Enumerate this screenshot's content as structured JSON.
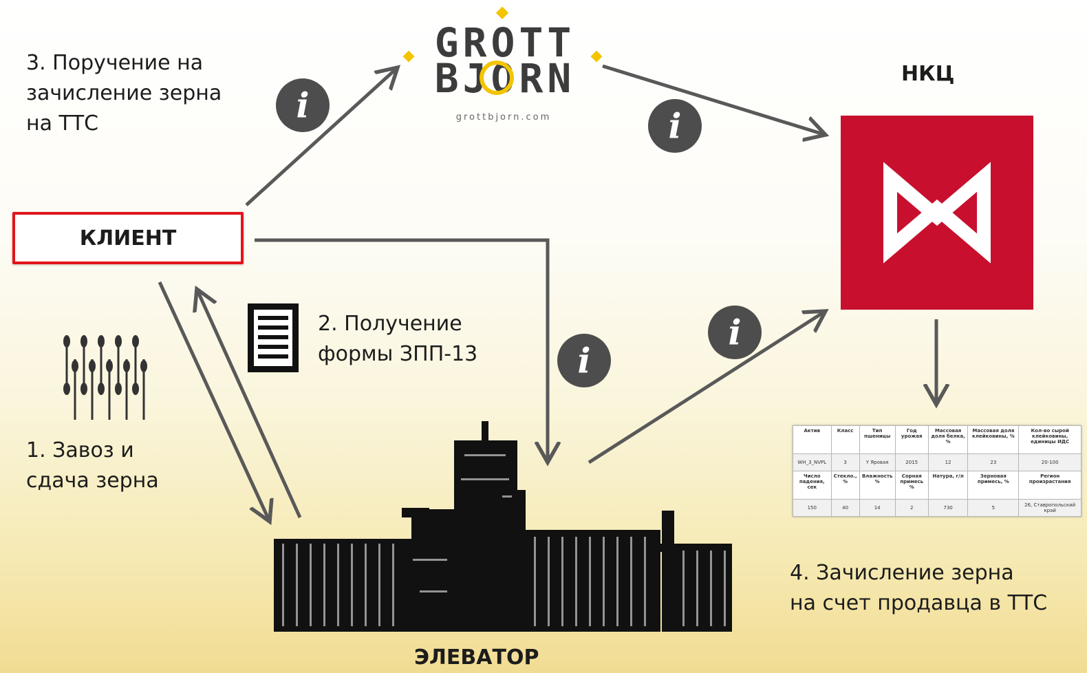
{
  "labels": {
    "step3": [
      "3. Поручение на",
      "зачисление зерна",
      "на ТТС"
    ],
    "step2": [
      "2. Получение",
      "формы ЗПП-13"
    ],
    "step1": [
      "1. Завоз и",
      "сдача зерна"
    ],
    "step4": [
      "4. Зачисление зерна",
      "на счет продавца в ТТС"
    ],
    "client": "КЛИЕНТ",
    "nkc": "НКЦ",
    "elevator": "ЭЛЕВАТОР"
  },
  "logo": {
    "line1": "GROTT",
    "line2": "BJORN",
    "url": "grottbjorn.com"
  },
  "info_icon_glyph": "i",
  "colors": {
    "arrow": "#595959",
    "info_circle": "#4d4d4d",
    "client_border": "#e3141b",
    "nkc_red": "#c8102e",
    "logo_yellow": "#f3c400"
  },
  "ttc_table": {
    "header1": [
      "Актив",
      "Класс",
      "Тип пшеницы",
      "Год урожая",
      "Массовая доля белка, %",
      "Массовая доля клейковины, %",
      "Кол-во сырой клейковины, единицы ИДС"
    ],
    "row1": [
      "WH_3_NVPL",
      "3",
      "Y Яровая",
      "2015",
      "12",
      "23",
      "20-100"
    ],
    "header2": [
      "Число падения, сек",
      "Стекло., %",
      "Влажность %",
      "Сорная примесь %",
      "Натура, г/л",
      "Зерновая примесь, %",
      "Регион произрастания"
    ],
    "row2": [
      "150",
      "40",
      "14",
      "2",
      "730",
      "5",
      "26, Ставропольский край"
    ]
  }
}
